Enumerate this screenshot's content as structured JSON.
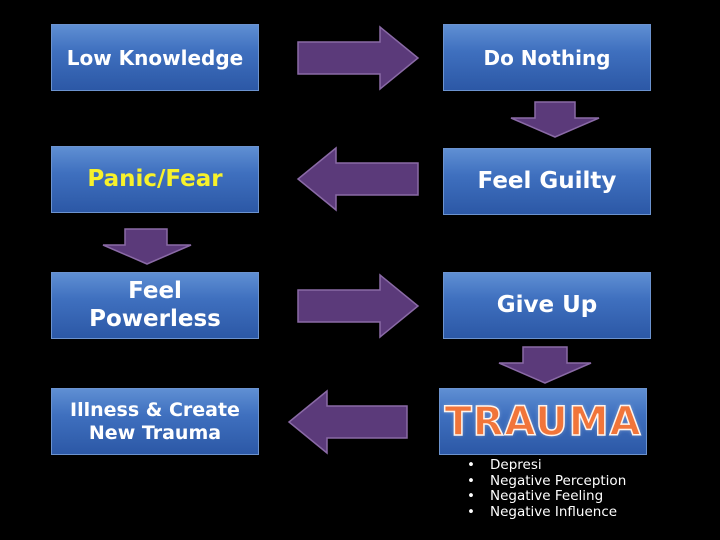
{
  "boxes": {
    "low_knowledge": "Low Knowledge",
    "do_nothing": "Do Nothing",
    "panic_fear": "Panic/Fear",
    "feel_guilty": "Feel Guilty",
    "feel_powerless": "Feel\nPowerless",
    "give_up": "Give Up",
    "illness": "Illness & Create\nNew Trauma",
    "trauma": "TRAUMA"
  },
  "trauma_effects": [
    "Depresi",
    "Negative Perception",
    "Negative Feeling",
    "Negative Influence"
  ],
  "colors": {
    "background": "#000000",
    "box_fill": "#3f70bf",
    "arrow_fill": "#5b3a7a",
    "panic_text": "#f7f12b",
    "trauma_text": "#f1753a"
  }
}
